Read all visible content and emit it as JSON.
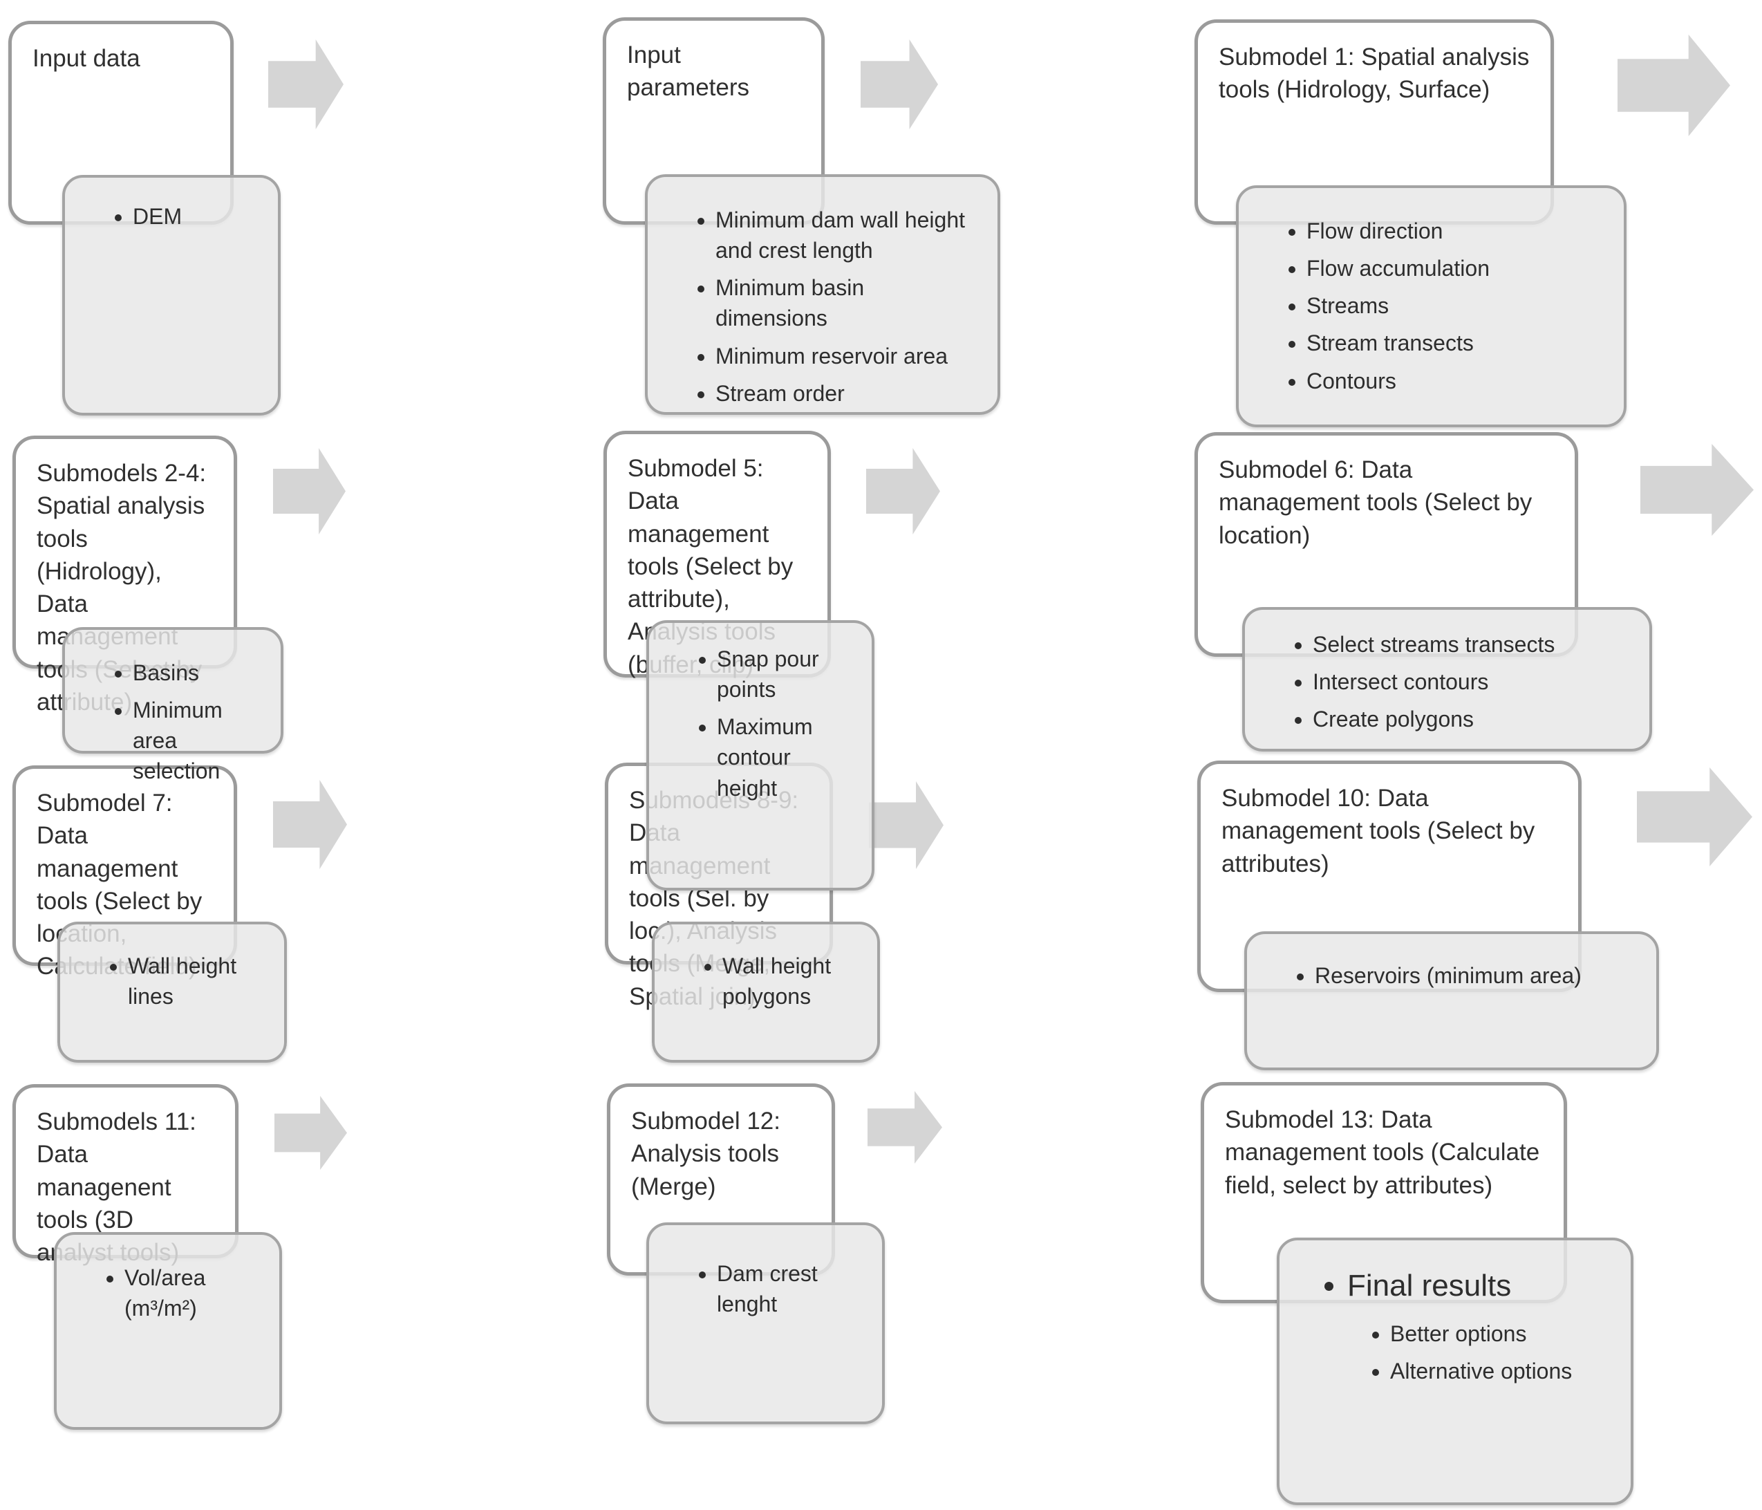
{
  "colors": {
    "box_border": "#9b9b9b",
    "title_box_fill": "#ffffff",
    "bullet_box_fill": "#e7e7e7",
    "arrow_fill": "#d5d5d5",
    "text": "#2f2f2f"
  },
  "cells": [
    {
      "title": "Input data",
      "bullets": [
        "DEM"
      ]
    },
    {
      "title": "Input parameters",
      "bullets": [
        "Minimum dam wall height and crest length",
        "Minimum basin dimensions",
        "Minimum reservoir area",
        "Stream order"
      ]
    },
    {
      "title": "Submodel 1: Spatial analysis tools (Hidrology, Surface)",
      "bullets": [
        "Flow direction",
        "Flow accumulation",
        "Streams",
        "Stream transects",
        "Contours"
      ]
    },
    {
      "title": "Submodels 2-4: Spatial analysis tools (Hidrology), Data management tools (Select by attribute)",
      "bullets": [
        "Basins",
        "Minimum area selection"
      ]
    },
    {
      "title": "Submodel 5: Data management tools (Select by attribute), Analysis tools (buffer, clip)",
      "bullets": [
        "Snap pour points",
        "Maximum contour height"
      ]
    },
    {
      "title": "Submodel 6: Data management tools (Select by location)",
      "bullets": [
        "Select streams transects",
        "Intersect contours",
        "Create polygons"
      ]
    },
    {
      "title": "Submodel 7: Data management tools (Select by location, Calculate field)",
      "bullets": [
        "Wall height lines"
      ]
    },
    {
      "title": "Submodels 8-9: Data management tools (Sel. by loc.), Analysis tools (Merge, Spatial join)",
      "bullets": [
        "Wall height polygons"
      ]
    },
    {
      "title": "Submodel 10: Data management tools (Select by attributes)",
      "bullets": [
        "Reservoirs (minimum area)"
      ]
    },
    {
      "title": "Submodels 11: Data managenent tools (3D analyst tools)",
      "bullets": [
        "Vol/area (m³/m²)"
      ]
    },
    {
      "title": "Submodel 12: Analysis tools (Merge)",
      "bullets": [
        "Dam crest lenght"
      ]
    },
    {
      "title": "Submodel 13: Data management tools (Calculate field, select by attributes)",
      "bullets": [
        "Final results"
      ],
      "sub_bullets": [
        "Better options",
        "Alternative options"
      ]
    }
  ]
}
